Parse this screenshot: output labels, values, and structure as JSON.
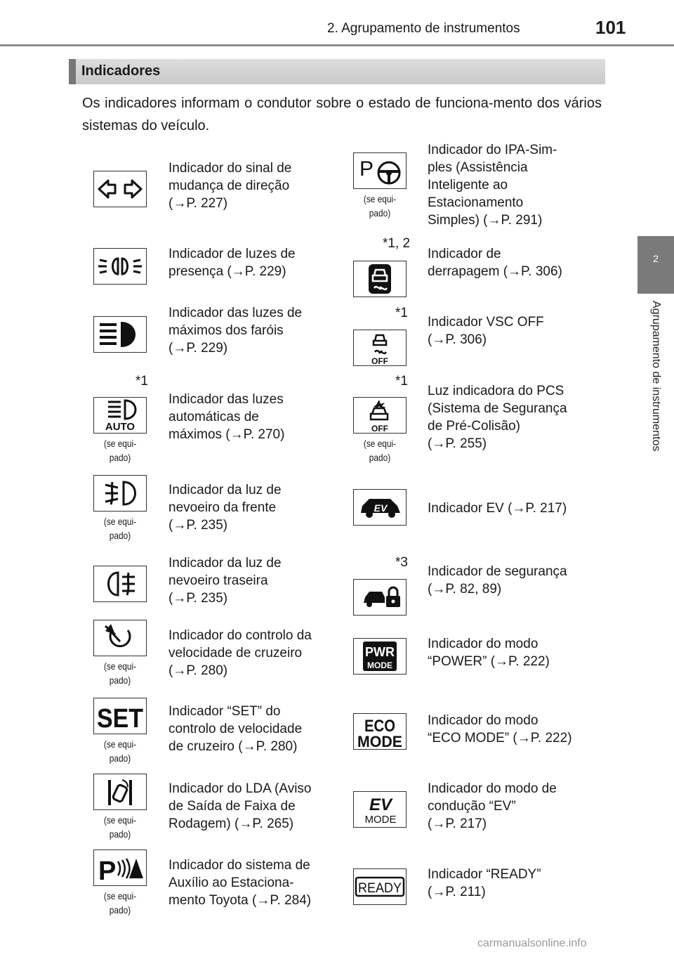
{
  "header": {
    "title": "2. Agrupamento de instrumentos",
    "page_number": "101"
  },
  "side_tab": {
    "number": "2",
    "label": "Agrupamento de instrumentos"
  },
  "section": {
    "title": "Indicadores"
  },
  "intro": "Os indicadores informam o condutor sobre o estado de funciona-mento dos vários sistemas do veículo.",
  "equipped_note": [
    "(se equi-",
    "pado)"
  ],
  "left": [
    {
      "icon": "turn-signal-icon",
      "desc": [
        "Indicador do sinal de",
        "mudança de direção",
        "(→P. 227)"
      ]
    },
    {
      "icon": "tail-light-icon",
      "desc": [
        "Indicador de luzes de",
        "presença (→P. 229)"
      ]
    },
    {
      "icon": "high-beam-icon",
      "desc": [
        "Indicador das luzes de",
        "máximos dos faróis",
        "(→P. 229)"
      ]
    },
    {
      "icon": "auto-high-beam-icon",
      "star": "*1",
      "icon_text": "AUTO",
      "desc": [
        "Indicador das luzes",
        "automáticas de",
        "máximos (→P. 270)"
      ]
    },
    {
      "icon": "front-fog-icon",
      "desc": [
        "Indicador da luz de",
        "nevoeiro da frente",
        "(→P. 235)"
      ]
    },
    {
      "icon": "rear-fog-icon",
      "desc": [
        "Indicador da luz de",
        "nevoeiro traseira",
        "(→P. 235)"
      ]
    },
    {
      "icon": "cruise-control-icon",
      "desc": [
        "Indicador do controlo da",
        "velocidade de cruzeiro",
        "(→P. 280)"
      ]
    },
    {
      "icon": "set-icon",
      "icon_text": "SET",
      "desc": [
        "Indicador “SET” do",
        "controlo de velocidade",
        "de cruzeiro (→P. 280)"
      ]
    },
    {
      "icon": "lda-icon",
      "desc": [
        "Indicador do LDA (Aviso",
        "de Saída de Faixa de",
        "Rodagem) (→P. 265)"
      ]
    },
    {
      "icon": "parking-assist-icon",
      "icon_text": "P",
      "desc": [
        "Indicador do sistema de",
        "Auxílio ao Estaciona-",
        "mento Toyota (→P. 284)"
      ]
    }
  ],
  "right": [
    {
      "icon": "ipa-icon",
      "icon_text": "P",
      "desc": [
        "Indicador do IPA-Sim-",
        "ples (Assistência",
        "Inteligente ao",
        "Estacionamento",
        "Simples) (→P. 291)"
      ]
    },
    {
      "icon": "slip-icon",
      "star": "*1, 2",
      "desc": [
        "Indicador de",
        "derrapagem (→P. 306)"
      ]
    },
    {
      "icon": "vsc-off-icon",
      "star": "*1",
      "icon_text": "OFF",
      "desc": [
        "Indicador VSC OFF",
        "(→P. 306)"
      ]
    },
    {
      "icon": "pcs-icon",
      "star": "*1",
      "icon_text": "OFF",
      "desc": [
        "Luz indicadora do PCS",
        "(Sistema de Segurança",
        "de Pré-Colisão)",
        "(→P. 255)"
      ]
    },
    {
      "icon": "ev-icon",
      "icon_text": "EV",
      "desc": [
        "Indicador EV (→P. 217)"
      ]
    },
    {
      "icon": "security-icon",
      "star": "*3",
      "desc": [
        "Indicador de segurança",
        "(→P. 82, 89)"
      ]
    },
    {
      "icon": "power-mode-icon",
      "icon_text": [
        "PWR",
        "MODE"
      ],
      "desc": [
        "Indicador do modo",
        "“POWER” (→P. 222)"
      ]
    },
    {
      "icon": "eco-mode-icon",
      "icon_text": [
        "ECO",
        "MODE"
      ],
      "desc": [
        "Indicador do modo",
        "“ECO MODE” (→P. 222)"
      ]
    },
    {
      "icon": "ev-mode-icon",
      "icon_text": [
        "EV",
        "MODE"
      ],
      "desc": [
        "Indicador do modo de",
        "condução “EV”",
        "(→P. 217)"
      ]
    },
    {
      "icon": "ready-icon",
      "icon_text": "READY",
      "desc": [
        "Indicador “READY”",
        "(→P. 211)"
      ]
    }
  ],
  "watermark": "carmanualsonline.info"
}
